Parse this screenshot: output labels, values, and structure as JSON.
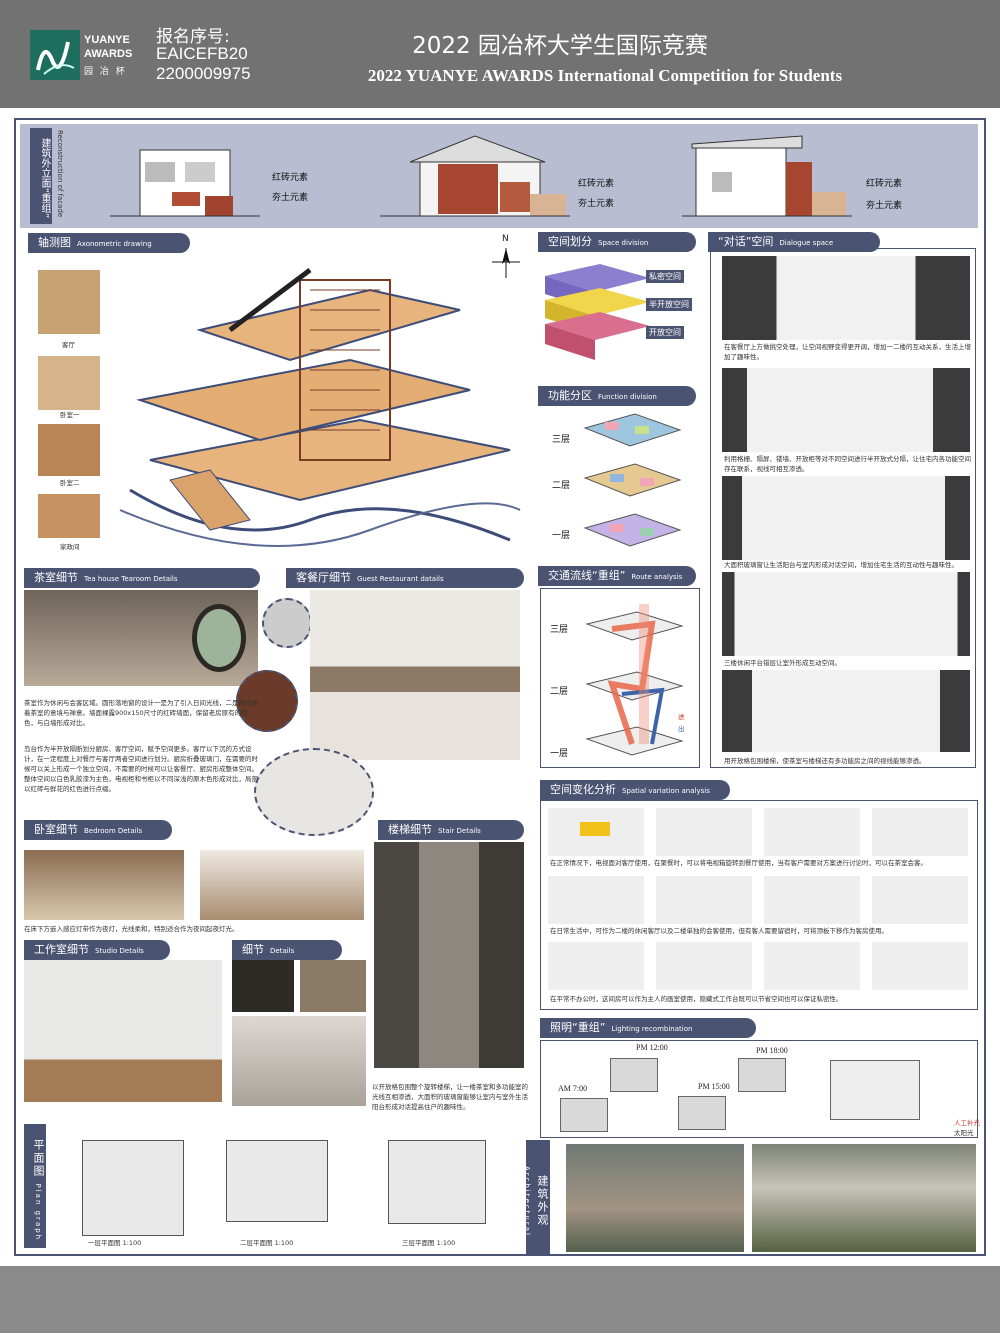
{
  "header": {
    "logo": {
      "line1": "YUANYE",
      "line2": "AWARDS",
      "line3": "园 冶 杯"
    },
    "reg_label": "报名序号:",
    "reg_code": "EAICEFB20",
    "reg_number": "2200009975",
    "title_cn": "2022 园冶杯大学生国际竞赛",
    "title_en": "2022 YUANYE AWARDS International Competition for  Students"
  },
  "facade": {
    "title_cn": "建筑外立面“重组”",
    "title_en": "Reconstruction of facade",
    "label_brick": "红砖元素",
    "label_earth": "夯土元素"
  },
  "sections": {
    "axonometric": {
      "cn": "轴测图",
      "en": "Axonometric drawing"
    },
    "space_division": {
      "cn": "空间划分",
      "en": "Space division"
    },
    "dialogue": {
      "cn": "“对话”空间",
      "en": "Dialogue space"
    },
    "function": {
      "cn": "功能分区",
      "en": "Function division"
    },
    "route": {
      "cn": "交通流线“重组”",
      "en": "Route analysis"
    },
    "tea": {
      "cn": "茶室细节",
      "en": "Tea house Tearoom Details"
    },
    "guest": {
      "cn": "客餐厅细节",
      "en": "Guest Restaurant datails"
    },
    "bedroom": {
      "cn": "卧室细节",
      "en": "Bedroom Details"
    },
    "stair": {
      "cn": "楼梯细节",
      "en": "Stair Details"
    },
    "studio": {
      "cn": "工作室细节",
      "en": "Studio Details"
    },
    "details": {
      "cn": "细节",
      "en": "Details"
    },
    "spatial": {
      "cn": "空间变化分析",
      "en": "Spatial variation analysis"
    },
    "lighting": {
      "cn": "照明“重组”",
      "en": "Lighting recombination"
    },
    "plan": {
      "cn": "平面图",
      "en": "Plan graph"
    },
    "appearance": {
      "cn": "建筑外观",
      "en": "Architectural appearance"
    }
  },
  "axon_rooms": [
    "客厅",
    "卧室一",
    "卧室二",
    "家政间"
  ],
  "north": "N",
  "space_labels": [
    "私密空间",
    "半开放空间",
    "开放空间"
  ],
  "floors": [
    "三层",
    "二层",
    "一层"
  ],
  "dialogue_captions": [
    "在客餐厅上方做挑空处理，让空间视野变得更开阔，增加一二楼的互动关系，生活上增加了趣味性。",
    "利用格栅、隔屏、镂墙、开放柜等对不同空间进行半开放式分隔，让住宅内各功能空间存在联系，视线可相互渗透。",
    "大面积玻璃窗让生活阳台与室内形成对话空间，增加住宅生活的互动性与趣味性。",
    "三楼休闲平台错层让室外形成互动空间。",
    "用开放格包围楼梯，使茶室与楼梯还有多功能房之间的视线能够渗透。"
  ],
  "tea_caption": "茶室作为休闲与会客区域。圆形落地窗的设计一是为了引入日间光线，二是圆代表着茶室的意境与禅意。墙面裸露900x150尺寸的红砖墙面，保留老房原有的特色，与白墙形成对比。",
  "guest_caption": "岛台作为半开放隔断划分厨房、客厅空间，赋予空间更多。客厅以下沉的方式设计，在一定程度上对餐厅与客厅两者空间进行划分。厨房折叠玻璃门，在需要的时候可以关上形成一个独立空间，不需要的时候可以让客餐厅、厨房形成整体空间。整体空间以白色乳胶漆为主色，电视柜和书柜以不同深浅的原木色形成对比，局部以红砖与鲜花的红色进行点缀。",
  "bedroom_caption": "在床下方嵌入感应灯带作为夜灯，光线柔和，特别适合作为夜间起夜灯光。",
  "stair_caption": "以开放格包围整个旋转楼梯，让一楼茶室和多功能室的光线互相渗透，大面积的玻璃窗能够让室内与室外生活阳台形成对话提高住户的趣味性。",
  "spatial_captions": [
    "在正常情况下，电视面对客厅使用，在聚餐时，可以将电视箱旋转到餐厅使用，当有客户需要对方案进行讨论时，可以在茶室会客。",
    "在日常生活中，可作为二楼的休闲客厅以及二楼单独的会客使用，但有客人需要留宿时，可将顶板下移作为客房使用。",
    "在平常不办公时，这间房可以作为主人的画室使用，隐藏式工作台既可以节省空间也可以保证私密性。"
  ],
  "lighting": {
    "times": [
      "PM 12:00",
      "PM 18:00",
      "AM 7:00",
      "PM 15:00"
    ],
    "legend": [
      "人工补光",
      "太阳光"
    ]
  },
  "plans": [
    "一层平面图  1:100",
    "二层平面图  1:100",
    "三层平面图  1:100"
  ],
  "route_legend": [
    "进",
    "出"
  ]
}
